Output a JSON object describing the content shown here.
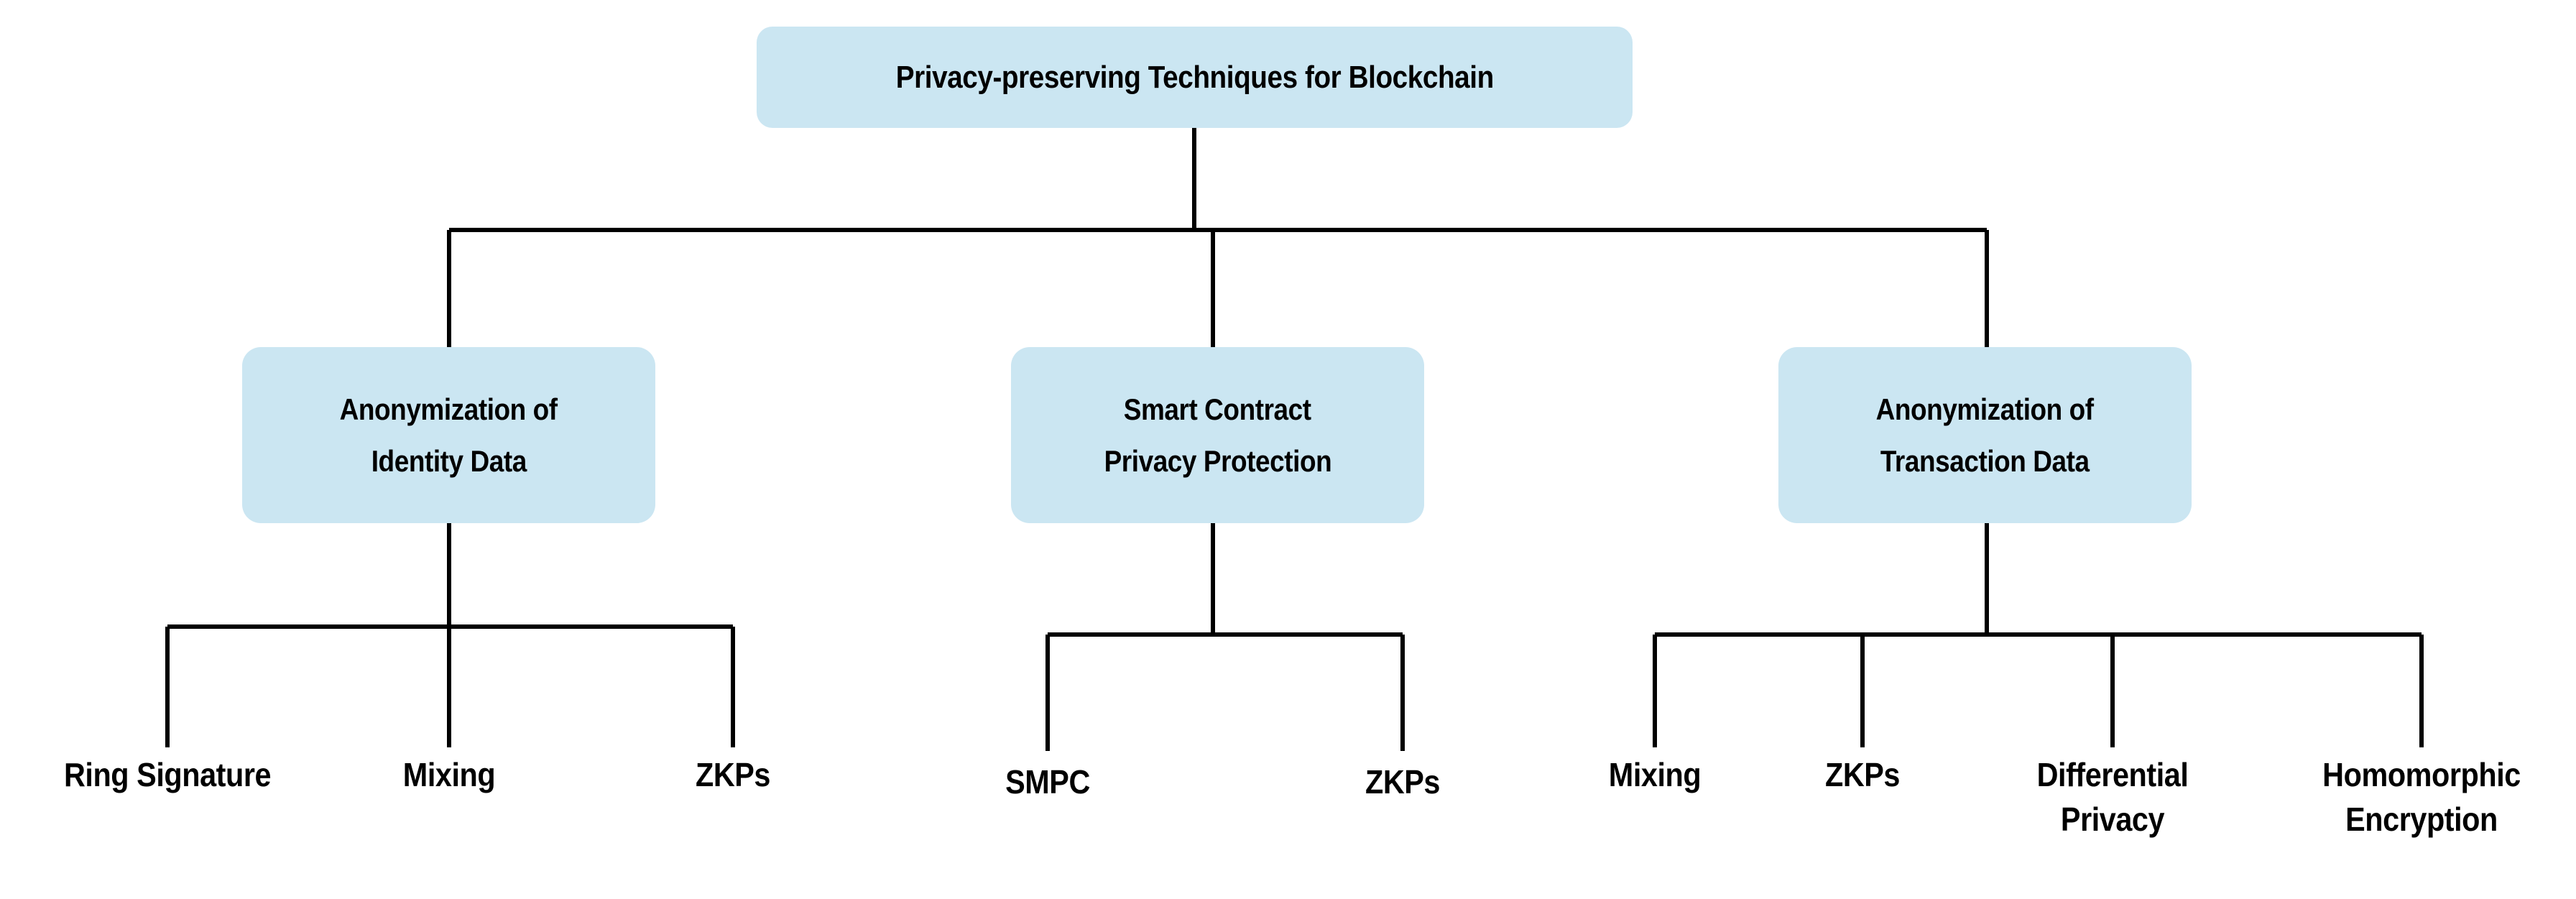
{
  "diagram": {
    "type": "tree",
    "orientation": "top-down",
    "colors": {
      "node_fill": "#cbe6f2",
      "connector": "#000000",
      "text": "#000000",
      "background": "#ffffff"
    },
    "root": {
      "label": "Privacy-preserving Techniques for Blockchain"
    },
    "branches": [
      {
        "id": "identity",
        "title_line1": "Anonymization of",
        "title_line2": "Identity Data",
        "leaves": [
          {
            "line1": "Ring Signature",
            "line2": ""
          },
          {
            "line1": "Mixing",
            "line2": ""
          },
          {
            "line1": "ZKPs",
            "line2": ""
          }
        ]
      },
      {
        "id": "smart-contract",
        "title_line1": "Smart Contract",
        "title_line2": "Privacy Protection",
        "leaves": [
          {
            "line1": "SMPC",
            "line2": ""
          },
          {
            "line1": "ZKPs",
            "line2": ""
          }
        ]
      },
      {
        "id": "transaction",
        "title_line1": "Anonymization of",
        "title_line2": "Transaction Data",
        "leaves": [
          {
            "line1": "Mixing",
            "line2": ""
          },
          {
            "line1": "ZKPs",
            "line2": ""
          },
          {
            "line1": "Differential",
            "line2": "Privacy"
          },
          {
            "line1": "Homomorphic",
            "line2": "Encryption"
          }
        ]
      }
    ]
  }
}
